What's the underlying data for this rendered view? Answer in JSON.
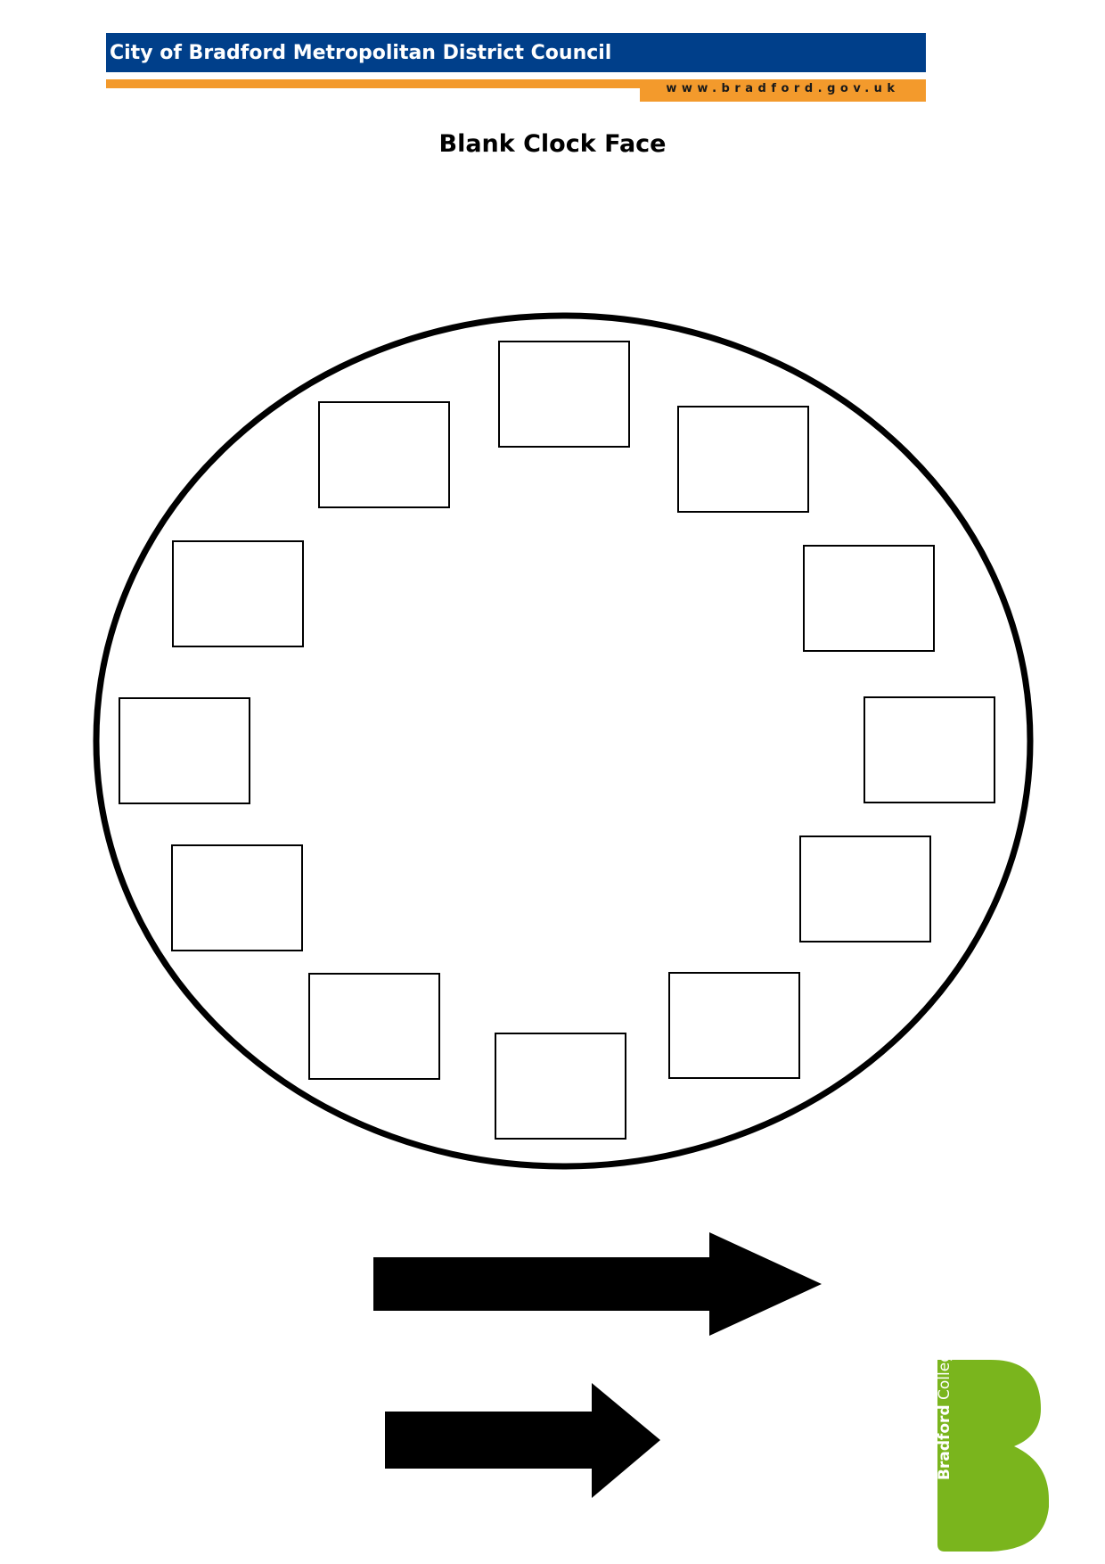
{
  "header": {
    "title": "City of Bradford Metropolitan District Council",
    "url": "www.bradford.gov.uk",
    "bar_color": "#003f8a",
    "accent_color": "#f39a2c"
  },
  "document": {
    "title": "Blank Clock Face"
  },
  "clock": {
    "hour_boxes": 12
  },
  "logo": {
    "name_bold": "Bradford",
    "name_regular": "College",
    "color": "#7ab51d"
  }
}
